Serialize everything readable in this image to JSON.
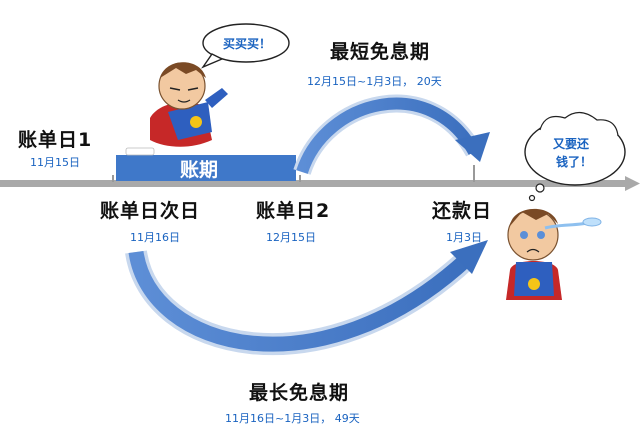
{
  "timeline": {
    "bill_day_1": {
      "label": "账单日1",
      "date": "11月15日"
    },
    "period_bar": {
      "label": "账期"
    },
    "bill_day_next": {
      "label": "账单日次日",
      "date": "11月16日"
    },
    "bill_day_2": {
      "label": "账单日2",
      "date": "12月15日"
    },
    "repay_day": {
      "label": "还款日",
      "date": "1月3日"
    }
  },
  "shortest_period": {
    "title": "最短免息期",
    "detail": "12月15日~1月3日， 20天"
  },
  "longest_period": {
    "title": "最长免息期",
    "detail": "11月16日~1月3日， 49天"
  },
  "bubbles": {
    "buy": "买买买！",
    "repay_line1": "又要还",
    "repay_line2": "钱了！"
  },
  "colors": {
    "accent": "#1a63c0",
    "bar": "#3f78c9",
    "axis": "#a7a7a7",
    "arrow": "#4f86d0"
  }
}
